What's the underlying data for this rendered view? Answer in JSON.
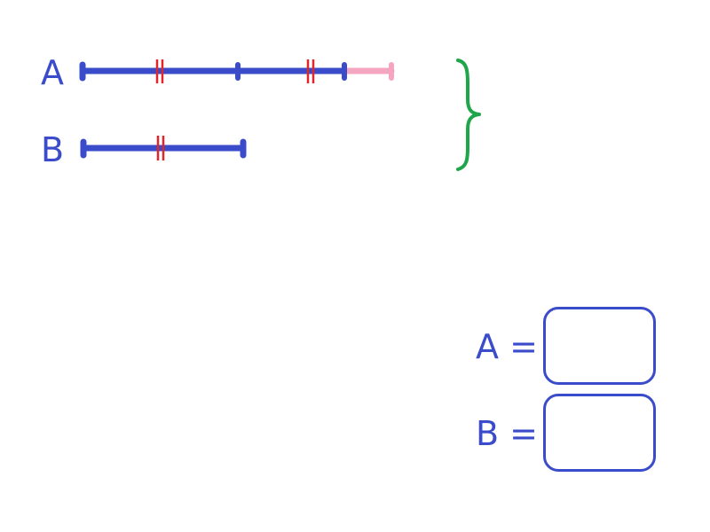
{
  "segments": {
    "a": {
      "label": "A",
      "blue_pieces": 2,
      "extra_piece_color": "#f4a6c1"
    },
    "b": {
      "label": "B",
      "blue_pieces": 1
    }
  },
  "answers": {
    "a_label": "A =",
    "a_value": "",
    "b_label": "B =",
    "b_value": ""
  },
  "colors": {
    "segment": "#3b4cca",
    "tick": "#e0262b",
    "extra": "#f4a6c1",
    "brace": "#1fa64a",
    "text": "#3b4cca"
  },
  "icons": {
    "brace": "right-curly-brace",
    "tick": "double-tick-mark"
  }
}
